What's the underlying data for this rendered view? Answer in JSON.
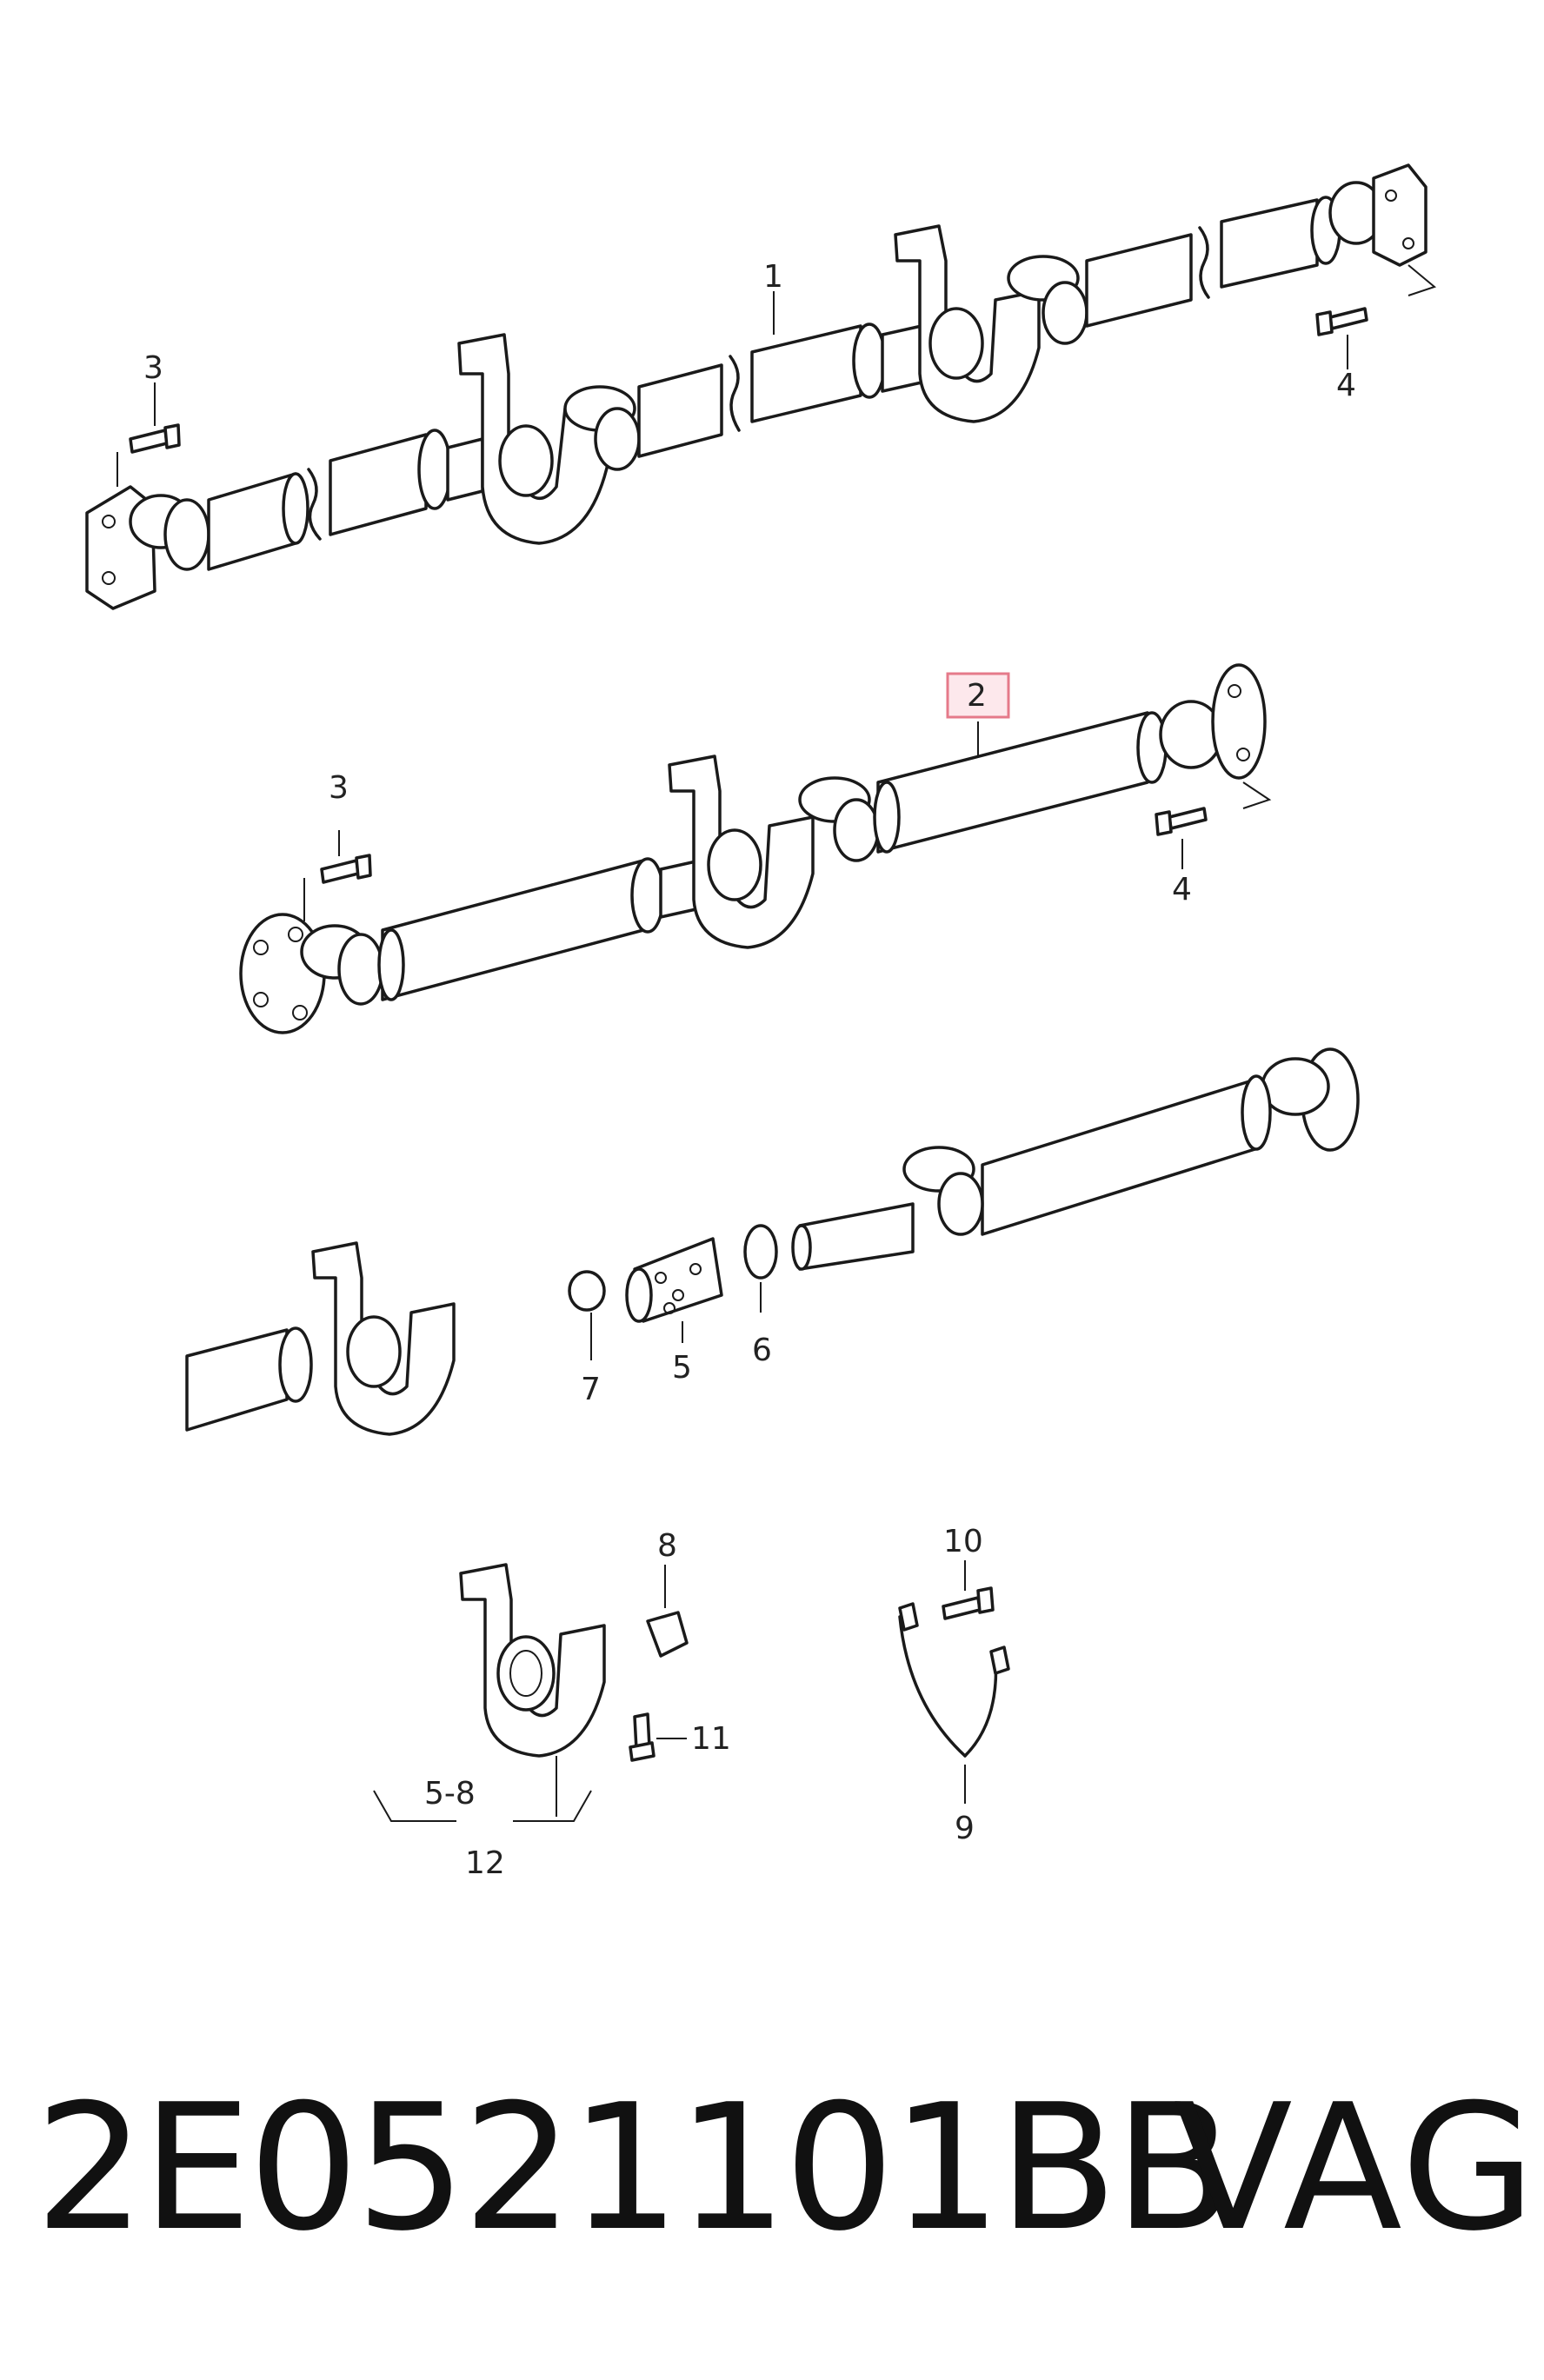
{
  "callouts": {
    "c1": "1",
    "c2": "2",
    "c3a": "3",
    "c3b": "3",
    "c4a": "4",
    "c4b": "4",
    "c5": "5",
    "c6": "6",
    "c7": "7",
    "c8": "8",
    "c9": "9",
    "c10": "10",
    "c11": "11",
    "c12": "12",
    "c5_8": "5-8"
  },
  "highlight_color": "#e57a8a",
  "footer": {
    "part_number": "2E0521101BB",
    "brand": "VAG"
  }
}
